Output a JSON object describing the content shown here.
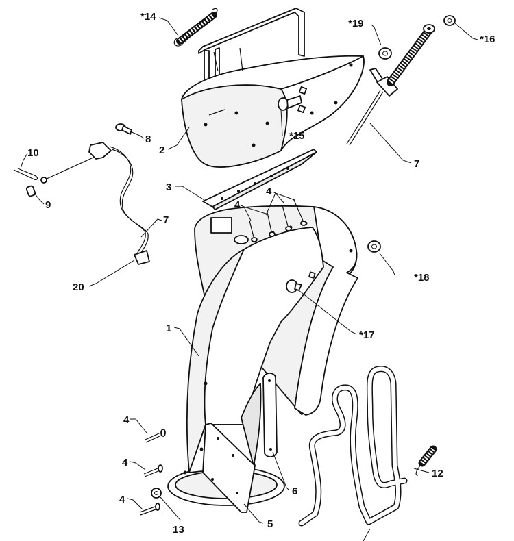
{
  "callouts": {
    "c1": "1",
    "c2": "2",
    "c3": "3",
    "c4a": "4",
    "c4b": "4",
    "c4c": "4",
    "c4d": "4",
    "c4e": "4",
    "c5": "5",
    "c6": "6",
    "c7a": "7",
    "c7b": "7",
    "c8": "8",
    "c9": "9",
    "c10": "10",
    "c12": "12",
    "c13": "13",
    "c14": "*14",
    "c15": "*15",
    "c16": "*16",
    "c17": "*17",
    "c18": "*18",
    "c19": "*19",
    "c20": "20"
  }
}
